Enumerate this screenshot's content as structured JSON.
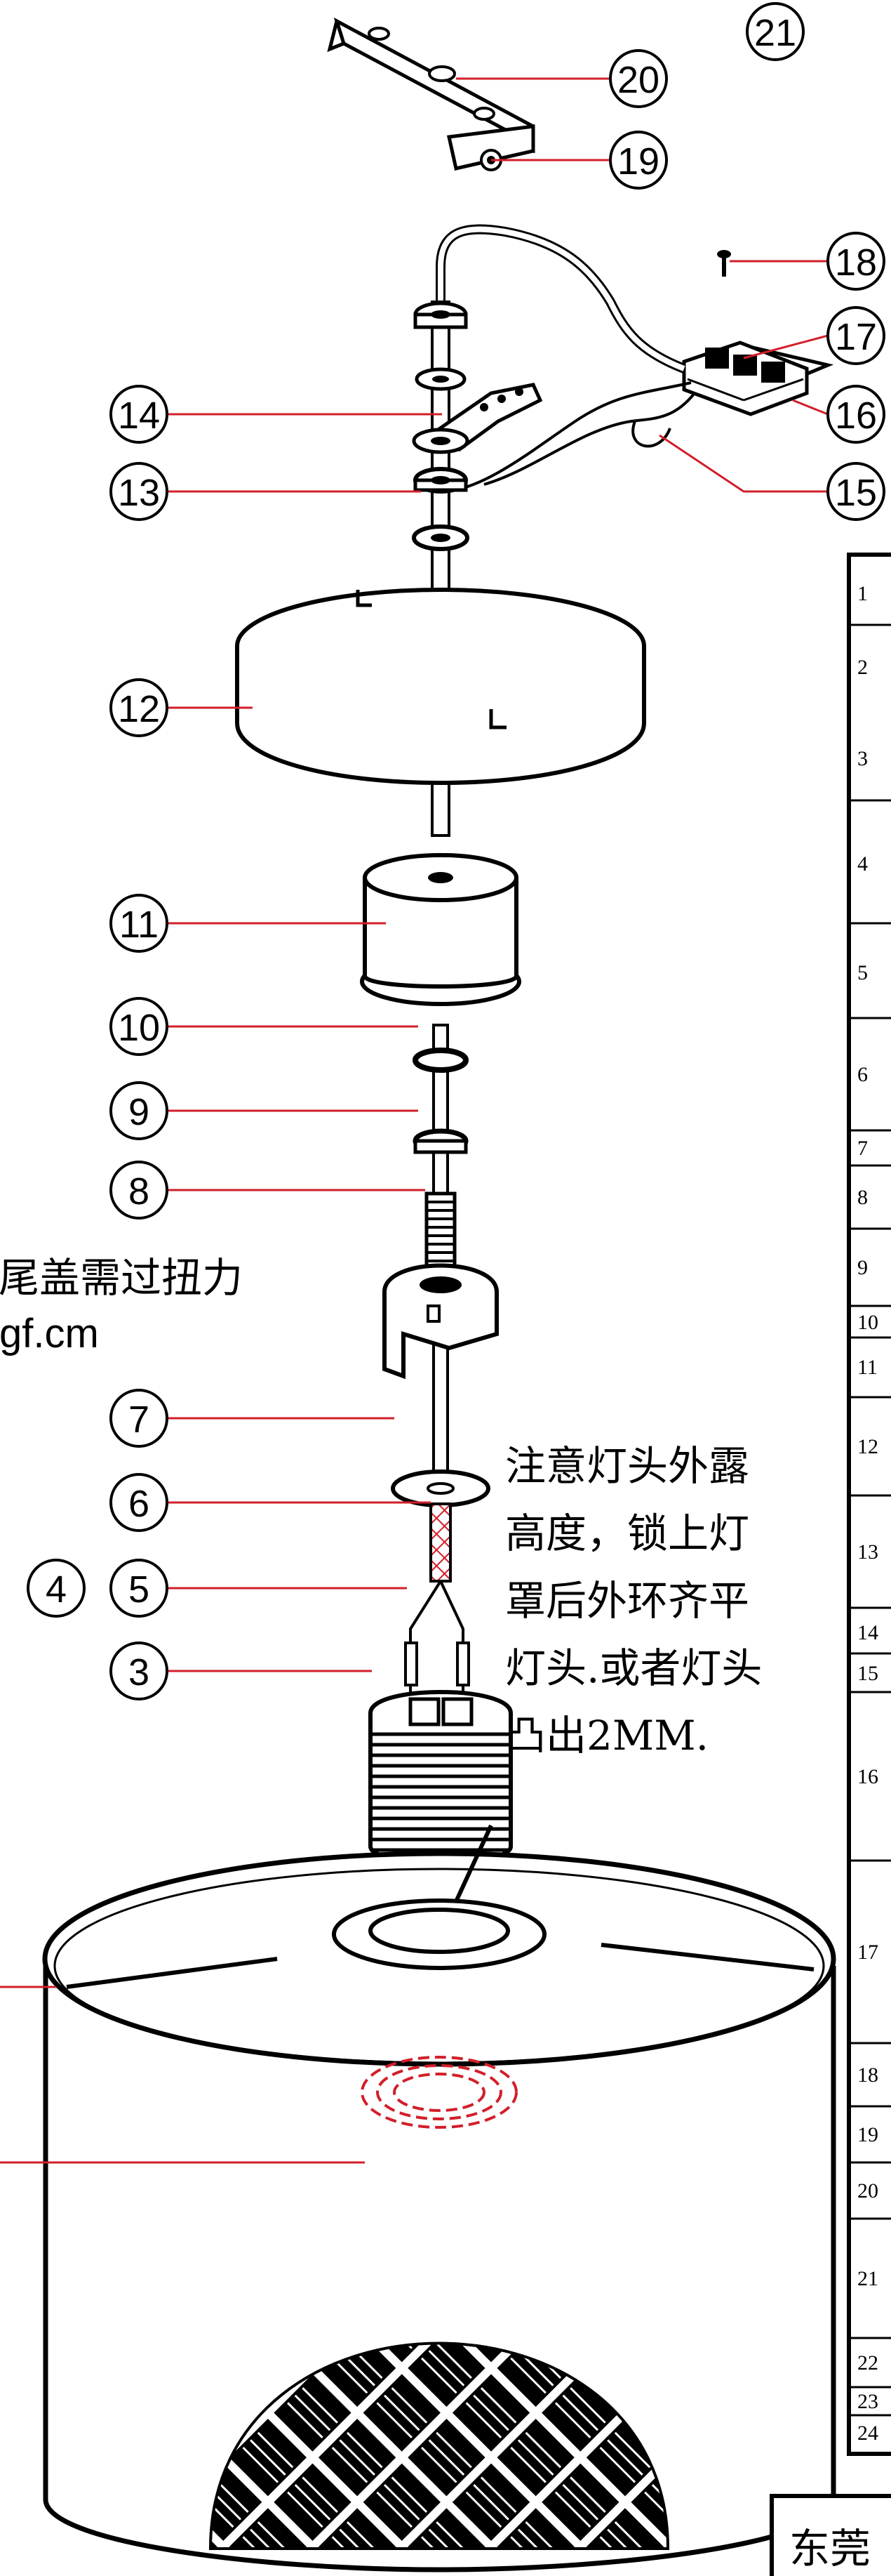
{
  "callouts": [
    "20",
    "19",
    "18",
    "17",
    "16",
    "15",
    "14",
    "13",
    "12",
    "11",
    "10",
    "9",
    "8",
    "7",
    "6",
    "5",
    "4",
    "3",
    "21"
  ],
  "note_right": [
    "注意灯头外露",
    "高度，锁上灯",
    "罩后外环齐平",
    "灯头.或者灯头",
    "凸出2MM."
  ],
  "note_left": [
    "头尾盖需过扭力",
    "zgf.cm"
  ],
  "parts_table": {
    "row_numbers": [
      "1",
      "2",
      "3",
      "4",
      "5",
      "6",
      "7",
      "8",
      "9",
      "10",
      "11",
      "12",
      "13",
      "14",
      "15",
      "16",
      "17",
      "18",
      "19",
      "20",
      "21",
      "22",
      "23",
      "24"
    ]
  },
  "bottom_box_text": "东莞",
  "colors": {
    "leader": "#d21f2a",
    "line": "#000000",
    "hatch": "#d21f2a"
  }
}
